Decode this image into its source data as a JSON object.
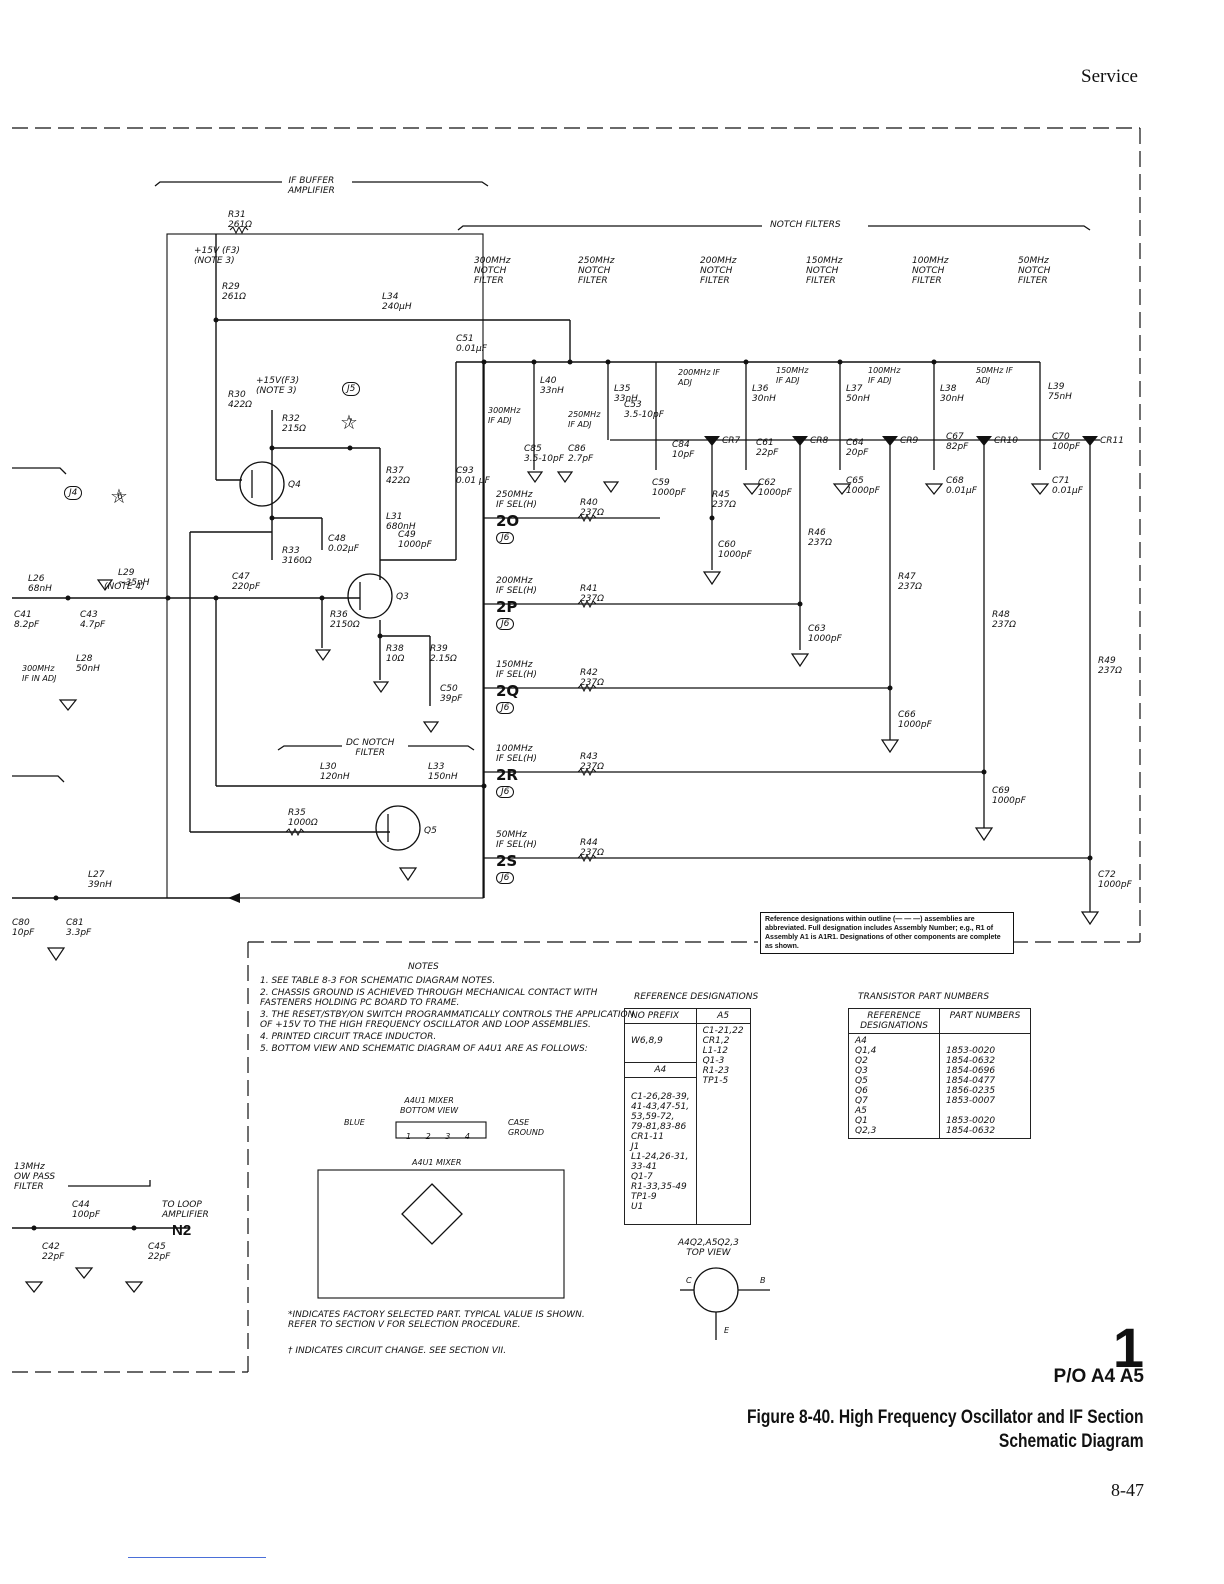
{
  "header": {
    "section": "Service"
  },
  "footer": {
    "page_number": "8-47"
  },
  "figure": {
    "sheet_number": "1",
    "assembly": "P/O A4 A5",
    "caption_line1": "Figure 8-40. High Frequency Oscillator and IF Section",
    "caption_line2": "Schematic Diagram"
  },
  "reference_note": "Reference designations within outline (— — —) assemblies are abbreviated. Full designation includes Assembly Number; e.g., R1 of Assembly A1 is A1R1. Designations of other components are complete as shown.",
  "schematic": {
    "if_buffer": {
      "line1": "IF BUFFER",
      "line2": "AMPLIFIER"
    },
    "notch_filters_title": "NOTCH FILTERS",
    "notch_filter_headers": [
      {
        "freq": "300MHz",
        "line2": "NOTCH",
        "line3": "FILTER"
      },
      {
        "freq": "250MHz",
        "line2": "NOTCH",
        "line3": "FILTER"
      },
      {
        "freq": "200MHz",
        "line2": "NOTCH",
        "line3": "FILTER"
      },
      {
        "freq": "150MHz",
        "line2": "NOTCH",
        "line3": "FILTER"
      },
      {
        "freq": "100MHz",
        "line2": "NOTCH",
        "line3": "FILTER"
      },
      {
        "freq": "50MHz",
        "line2": "NOTCH",
        "line3": "FILTER"
      }
    ],
    "dc_notch": {
      "line1": "DC NOTCH",
      "line2": "FILTER"
    },
    "low_pass": {
      "line1": "13MHz",
      "line2": "OW PASS",
      "line3": "FILTER"
    },
    "to_loop": {
      "line1": "TO LOOP",
      "line2": "AMPLIFIER",
      "connector": "N2"
    },
    "supply1": {
      "line1": "+15V (F3)",
      "line2": "(NOTE 3)"
    },
    "supply2": {
      "line1": "+15V(F3)",
      "line2": "(NOTE 3)"
    },
    "components": [
      {
        "label": "R31",
        "value": "261Ω"
      },
      {
        "label": "R29",
        "value": "261Ω"
      },
      {
        "label": "L34",
        "value": "240µH"
      },
      {
        "label": "C51",
        "value": "0.01µF"
      },
      {
        "label": "R30",
        "value": "422Ω"
      },
      {
        "label": "R32",
        "value": "215Ω"
      },
      {
        "label": "R37",
        "value": "422Ω"
      },
      {
        "label": "L31",
        "value": "680nH"
      },
      {
        "label": "C49",
        "value": "1000pF"
      },
      {
        "label": "C48",
        "value": "0.02µF"
      },
      {
        "label": "R33",
        "value": "3160Ω"
      },
      {
        "label": "C47",
        "value": "220pF"
      },
      {
        "label": "R36",
        "value": "2150Ω"
      },
      {
        "label": "R38",
        "value": "10Ω"
      },
      {
        "label": "R39",
        "value": "2.15Ω"
      },
      {
        "label": "C50",
        "value": "39pF"
      },
      {
        "label": "C93",
        "value": "0.01 µF"
      },
      {
        "label": "L26",
        "value": "68nH"
      },
      {
        "label": "C41",
        "value": "8.2pF"
      },
      {
        "label": "C43",
        "value": "4.7pF"
      },
      {
        "label": "L28",
        "value": "50nH"
      },
      {
        "label": "L29",
        "value": "~35nH"
      },
      {
        "label": "L30",
        "value": "120nH"
      },
      {
        "label": "L33",
        "value": "150nH"
      },
      {
        "label": "R35",
        "value": "1000Ω"
      },
      {
        "label": "L27",
        "value": "39nH"
      },
      {
        "label": "C80",
        "value": "10pF"
      },
      {
        "label": "C81",
        "value": "3.3pF"
      },
      {
        "label": "C44",
        "value": "100pF"
      },
      {
        "label": "C42",
        "value": "22pF"
      },
      {
        "label": "C45",
        "value": "22pF"
      },
      {
        "label": "L40",
        "value": "33nH"
      },
      {
        "label": "L35",
        "value": "33nH"
      },
      {
        "label": "C85",
        "value": "3.5-10pF"
      },
      {
        "label": "C86",
        "value": "2.7pF"
      },
      {
        "label": "C53",
        "value": "3.5-10pF"
      },
      {
        "label": "C84",
        "value": "10pF"
      },
      {
        "label": "C59",
        "value": "1000pF"
      },
      {
        "label": "L36",
        "value": "30nH"
      },
      {
        "label": "C61",
        "value": "22pF"
      },
      {
        "label": "C62",
        "value": "1000pF"
      },
      {
        "label": "L37",
        "value": "50nH"
      },
      {
        "label": "C64",
        "value": "20pF"
      },
      {
        "label": "C65",
        "value": "1000pF"
      },
      {
        "label": "L38",
        "value": "30nH"
      },
      {
        "label": "C67",
        "value": "82pF"
      },
      {
        "label": "C68",
        "value": "0.01µF"
      },
      {
        "label": "L39",
        "value": "75nH"
      },
      {
        "label": "C70",
        "value": "100pF"
      },
      {
        "label": "C71",
        "value": "0.01µF"
      },
      {
        "label": "R40",
        "value": "237Ω"
      },
      {
        "label": "R45",
        "value": "237Ω"
      },
      {
        "label": "C60",
        "value": "1000pF"
      },
      {
        "label": "R46",
        "value": "237Ω"
      },
      {
        "label": "R41",
        "value": "237Ω"
      },
      {
        "label": "C63",
        "value": "1000pF"
      },
      {
        "label": "R47",
        "value": "237Ω"
      },
      {
        "label": "R48",
        "value": "237Ω"
      },
      {
        "label": "R42",
        "value": "237Ω"
      },
      {
        "label": "C66",
        "value": "1000pF"
      },
      {
        "label": "R49",
        "value": "237Ω"
      },
      {
        "label": "R43",
        "value": "237Ω"
      },
      {
        "label": "C69",
        "value": "1000pF"
      },
      {
        "label": "R44",
        "value": "237Ω"
      },
      {
        "label": "C72",
        "value": "1000pF"
      }
    ],
    "transistors": [
      "Q3",
      "Q4",
      "Q5"
    ],
    "diodes": [
      "CR7",
      "CR8",
      "CR9",
      "CR10",
      "CR11"
    ],
    "adjustments": [
      "300MHz IF ADJ",
      "250MHz IF ADJ",
      "200MHz IF ADJ",
      "150MHz IF ADJ",
      "100MHz IF ADJ",
      "50MHz IF ADJ",
      "300MHz IF IN ADJ"
    ],
    "if_selects": [
      {
        "freq": "250MHz",
        "sel": "IF SEL(H)",
        "connector": "2O",
        "ref": "J6"
      },
      {
        "freq": "200MHz",
        "sel": "IF SEL(H)",
        "connector": "2P",
        "ref": "J6"
      },
      {
        "freq": "150MHz",
        "sel": "IF SEL(H)",
        "connector": "2Q",
        "ref": "J6"
      },
      {
        "freq": "100MHz",
        "sel": "IF SEL(H)",
        "connector": "2R",
        "ref": "J6"
      },
      {
        "freq": "50MHz",
        "sel": "IF SEL(H)",
        "connector": "2S",
        "ref": "J6"
      }
    ],
    "markers": {
      "j4": "J4",
      "j5": "J5",
      "star6": "6",
      "star7": "7",
      "note4": "(NOTE 4)"
    }
  },
  "notes": {
    "title": "NOTES",
    "items": [
      "1. SEE TABLE 8-3 FOR SCHEMATIC DIAGRAM NOTES.",
      "2. CHASSIS GROUND IS ACHIEVED THROUGH MECHANICAL CONTACT WITH FASTENERS HOLDING PC BOARD TO FRAME.",
      "3. THE RESET/STBY/ON SWITCH PROGRAMMATICALLY CONTROLS THE APPLICATION OF +15V TO THE HIGH FREQUENCY OSCILLATOR AND LOOP ASSEMBLIES.",
      "4. PRINTED CIRCUIT TRACE INDUCTOR.",
      "5. BOTTOM VIEW AND SCHEMATIC DIAGRAM OF A4U1 ARE AS FOLLOWS:"
    ],
    "mixer_view": {
      "line1": "A4U1 MIXER",
      "line2": "BOTTOM VIEW",
      "blue": "BLUE",
      "case": "CASE",
      "ground": "GROUND",
      "pins": [
        "1",
        "2",
        "3",
        "4"
      ]
    },
    "mixer_schematic_title": "A4U1 MIXER",
    "factory_selected": "*INDICATES FACTORY SELECTED PART. TYPICAL VALUE IS SHOWN. REFER TO SECTION V FOR SELECTION PROCEDURE.",
    "circuit_change": "† INDICATES CIRCUIT CHANGE. SEE SECTION VII."
  },
  "reference_designations": {
    "title": "REFERENCE DESIGNATIONS",
    "col_no_prefix": "NO PREFIX",
    "col_a5": "A5",
    "no_prefix_value": "W6,8,9",
    "a4_header": "A4",
    "a4_values": "C1-26,28-39,\n41-43,47-51,\n53,59-72,\n79-81,83-86\nCR1-11\nJ1\nL1-24,26-31,\n33-41\nQ1-7\nR1-33,35-49\nTP1-9\nU1",
    "a5_values": "C1-21,22\nCR1,2\nL1-12\nQ1-3\nR1-23\nTP1-5"
  },
  "transistor_parts": {
    "title": "TRANSISTOR PART NUMBERS",
    "col1": "REFERENCE DESIGNATIONS",
    "col2": "PART NUMBERS",
    "designations": "A4\nQ1,4\nQ2\nQ3\nQ5\nQ6\nQ7\nA5\nQ1\nQ2,3",
    "numbers": "\n1853-0020\n1854-0632\n1854-0696\n1854-0477\n1856-0235\n1853-0007\n\n1853-0020\n1854-0632"
  },
  "top_view": {
    "line1": "A4Q2,A5Q2,3",
    "line2": "TOP VIEW",
    "c": "C",
    "b": "B",
    "e": "E"
  }
}
